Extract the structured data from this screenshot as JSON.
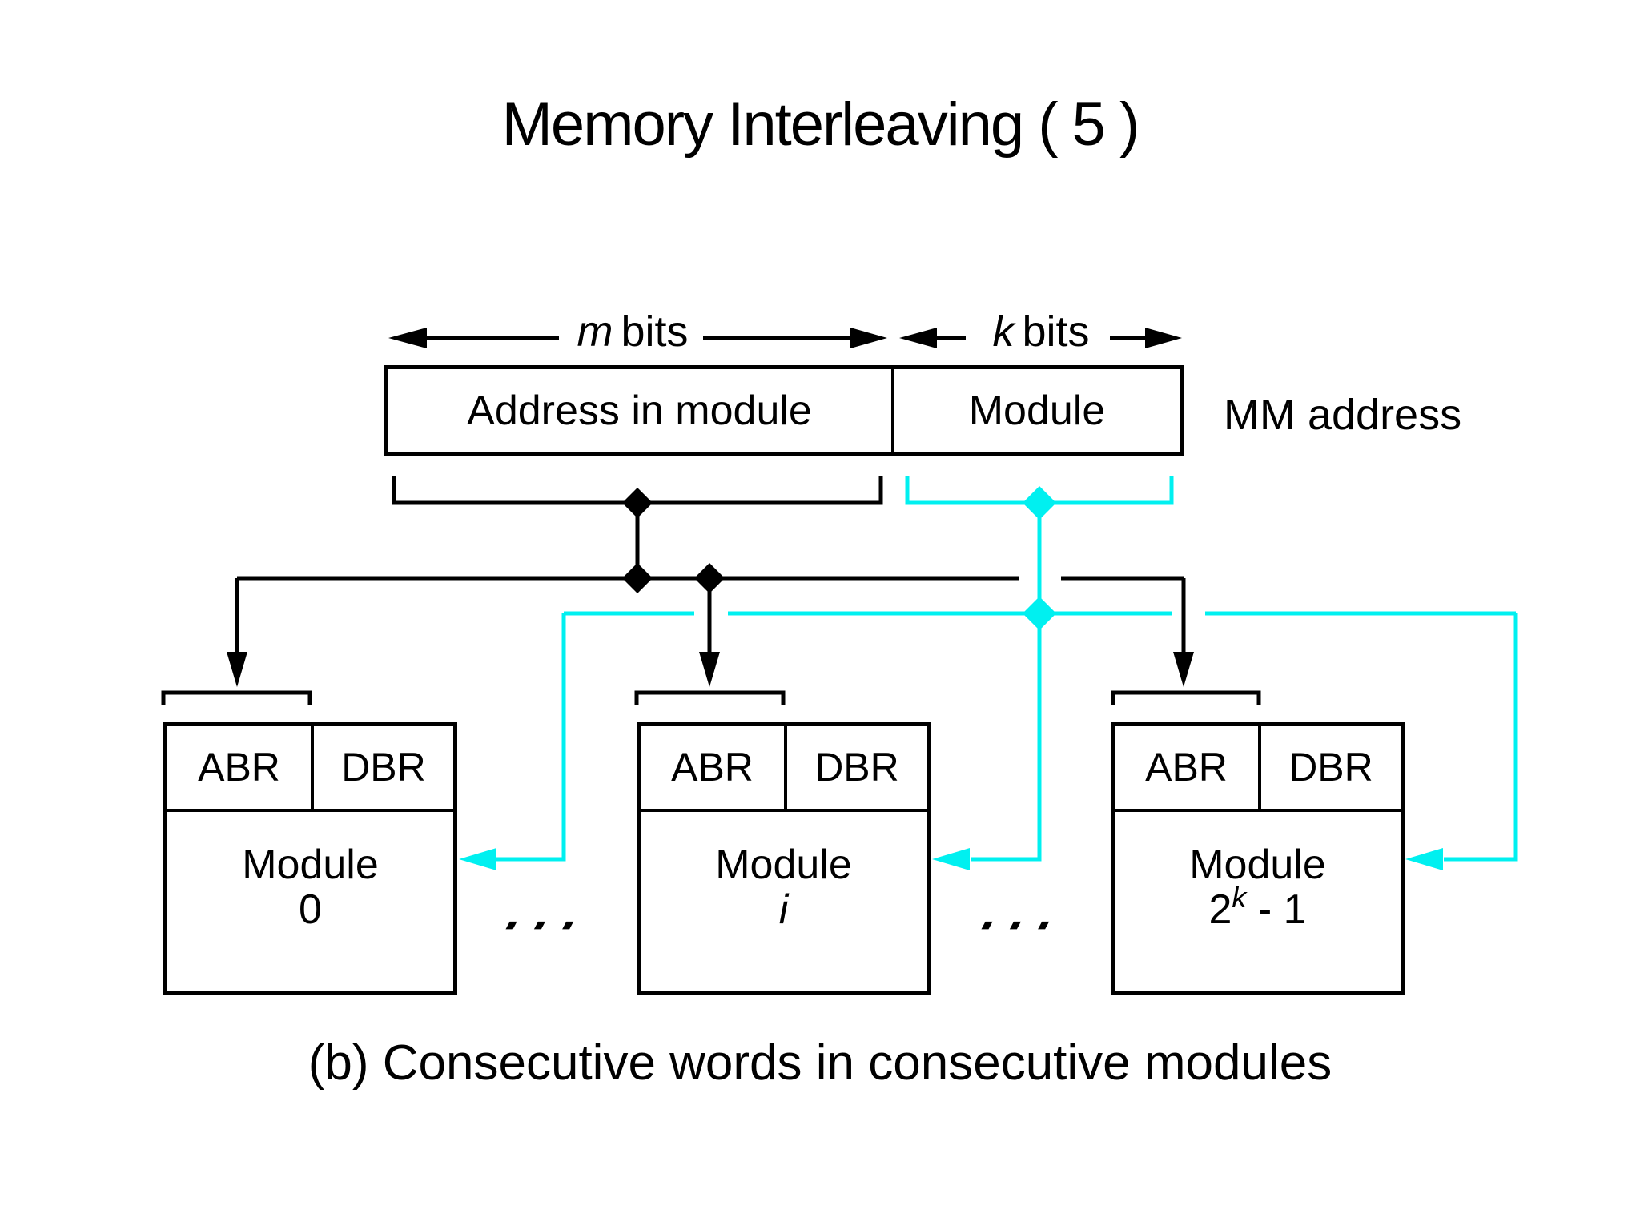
{
  "title": "Memory Interleaving ( 5 )",
  "accent_color": "#00F0F0",
  "line_color": "#000000",
  "bit_widths": {
    "m_symbol": "m",
    "k_symbol": "k",
    "unit": "bits"
  },
  "address_word": {
    "address_in_module": "Address in module",
    "module_field": "Module",
    "side_label": "MM address"
  },
  "modules": [
    {
      "abr": "ABR",
      "dbr": "DBR",
      "title": "Module",
      "index": "0",
      "index_sup": "",
      "index_tail": ""
    },
    {
      "abr": "ABR",
      "dbr": "DBR",
      "title": "Module",
      "index": "i",
      "index_sup": "",
      "index_tail": ""
    },
    {
      "abr": "ABR",
      "dbr": "DBR",
      "title": "Module",
      "index": "2",
      "index_sup": "k",
      "index_tail": "- 1"
    }
  ],
  "ellipsis": "···",
  "caption": "(b) Consecutive words in consecutive modules"
}
